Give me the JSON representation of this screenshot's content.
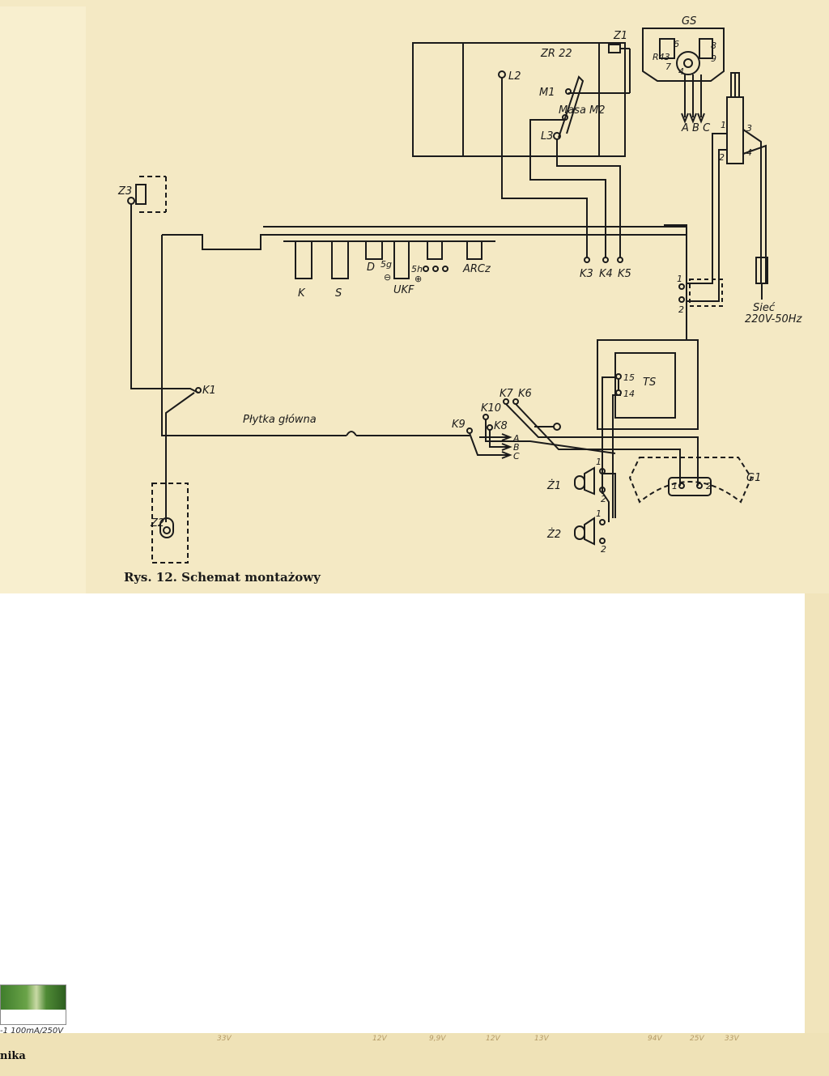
{
  "caption": "Rys. 12. Schemat montażowy",
  "labels": {
    "gs": "GS",
    "z1": "Z1",
    "zr22": "ZR 22",
    "l2": "L2",
    "m1": "M1",
    "masa_m2": "Masa M2",
    "l3": "L3",
    "r43": "R43",
    "pin6": "6",
    "pin7": "7",
    "pin8": "8",
    "pin9": "9",
    "pin4": "4",
    "abc": "A B C",
    "sw1": "1",
    "sw2": "2",
    "sw3": "3",
    "sw4": "4",
    "z3": "Z3",
    "k": "K",
    "s": "S",
    "d": "D",
    "fivg": "5g",
    "minus": "⊖",
    "ukf": "UKF",
    "fivh": "5h",
    "plus": "⊕",
    "arcz": "ARCz",
    "k3": "K3",
    "k4": "K4",
    "k5": "K5",
    "term1": "1",
    "term2": "2",
    "siec": "Sieć",
    "siec_spec": "220V-50Hz",
    "ts": "TS",
    "ts15": "15",
    "ts14": "14",
    "k1": "K1",
    "plytka": "Płytka główna",
    "k7": "K7",
    "k6": "K6",
    "k10": "K10",
    "k9": "K9",
    "k8": "K8",
    "out_a": "A",
    "out_b": "B",
    "out_c": "C",
    "zz1": "Ż1",
    "zz2": "Ż2",
    "zz_pin1a": "1",
    "zz_pin2a": "2",
    "zz_pin1b": "1",
    "zz_pin2b": "2",
    "g1": "G1",
    "g1_pin1": "1",
    "g1_pin2": "2",
    "z2": "Z2"
  },
  "fuse_label": "-1 100mA/250V",
  "edge_word": "nika",
  "bottom_voltages": [
    "33V",
    "12V",
    "9,9V",
    "12V",
    "13V",
    "94V",
    "25V",
    "33V"
  ],
  "colors": {
    "paper": "#f4e9c4",
    "ink": "#1b1b1b"
  }
}
